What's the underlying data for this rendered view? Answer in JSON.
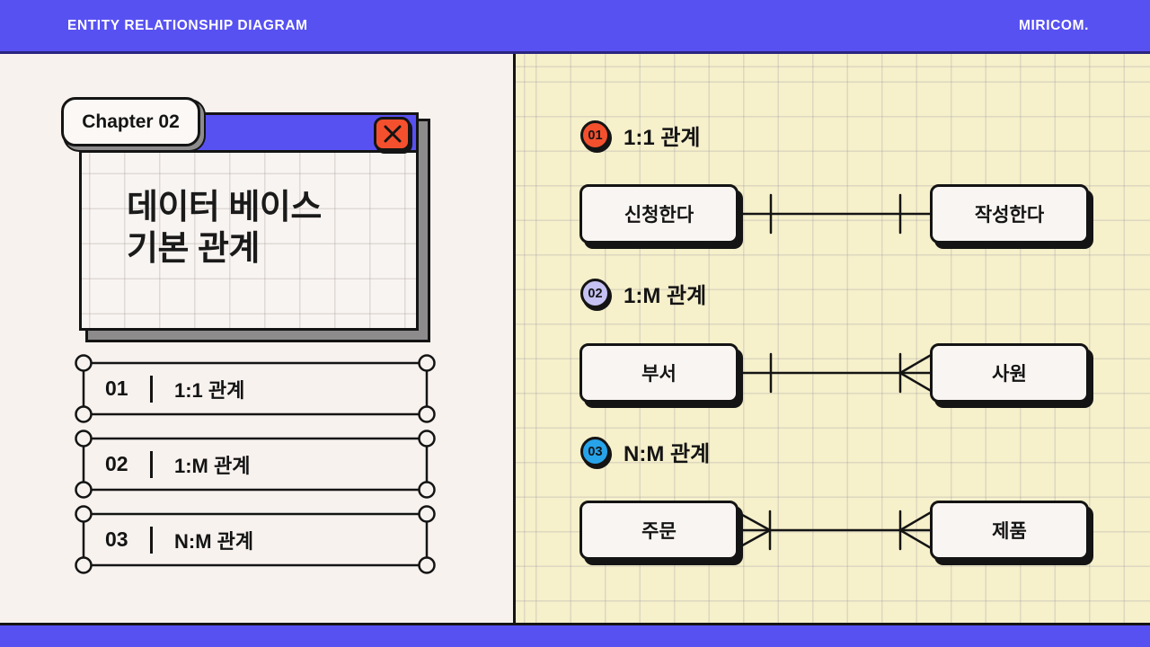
{
  "header": {
    "title": "ENTITY RELATIONSHIP DIAGRAM",
    "brand": "MIRICOM."
  },
  "window": {
    "tab_label": "Chapter 02",
    "title_line1": "데이터 베이스",
    "title_line2": "기본 관계",
    "close_icon": "x-close"
  },
  "toc": {
    "items": [
      {
        "number": "01",
        "label": "1:1 관계"
      },
      {
        "number": "02",
        "label": "1:M 관계"
      },
      {
        "number": "03",
        "label": "N:M 관계"
      }
    ]
  },
  "diagram": {
    "sections": [
      {
        "number": "01",
        "title": "1:1 관계",
        "badge_color": "#F4502E",
        "left_entity": "신청한다",
        "right_entity": "작성한다",
        "left_cardinality": "one",
        "right_cardinality": "one"
      },
      {
        "number": "02",
        "title": "1:M 관계",
        "badge_color": "#C5C1F2",
        "left_entity": "부서",
        "right_entity": "사원",
        "left_cardinality": "one",
        "right_cardinality": "many"
      },
      {
        "number": "03",
        "title": "N:M 관계",
        "badge_color": "#27A3EA",
        "left_entity": "주문",
        "right_entity": "제품",
        "left_cardinality": "many",
        "right_cardinality": "many"
      }
    ]
  },
  "colors": {
    "accent_blue": "#5851F2",
    "left_panel_bg": "#F7F2EE",
    "right_panel_bg": "#F6F0CB",
    "badge_01": "#F4502E",
    "badge_02": "#C5C1F2",
    "badge_03": "#27A3EA",
    "line_black": "#141414"
  }
}
